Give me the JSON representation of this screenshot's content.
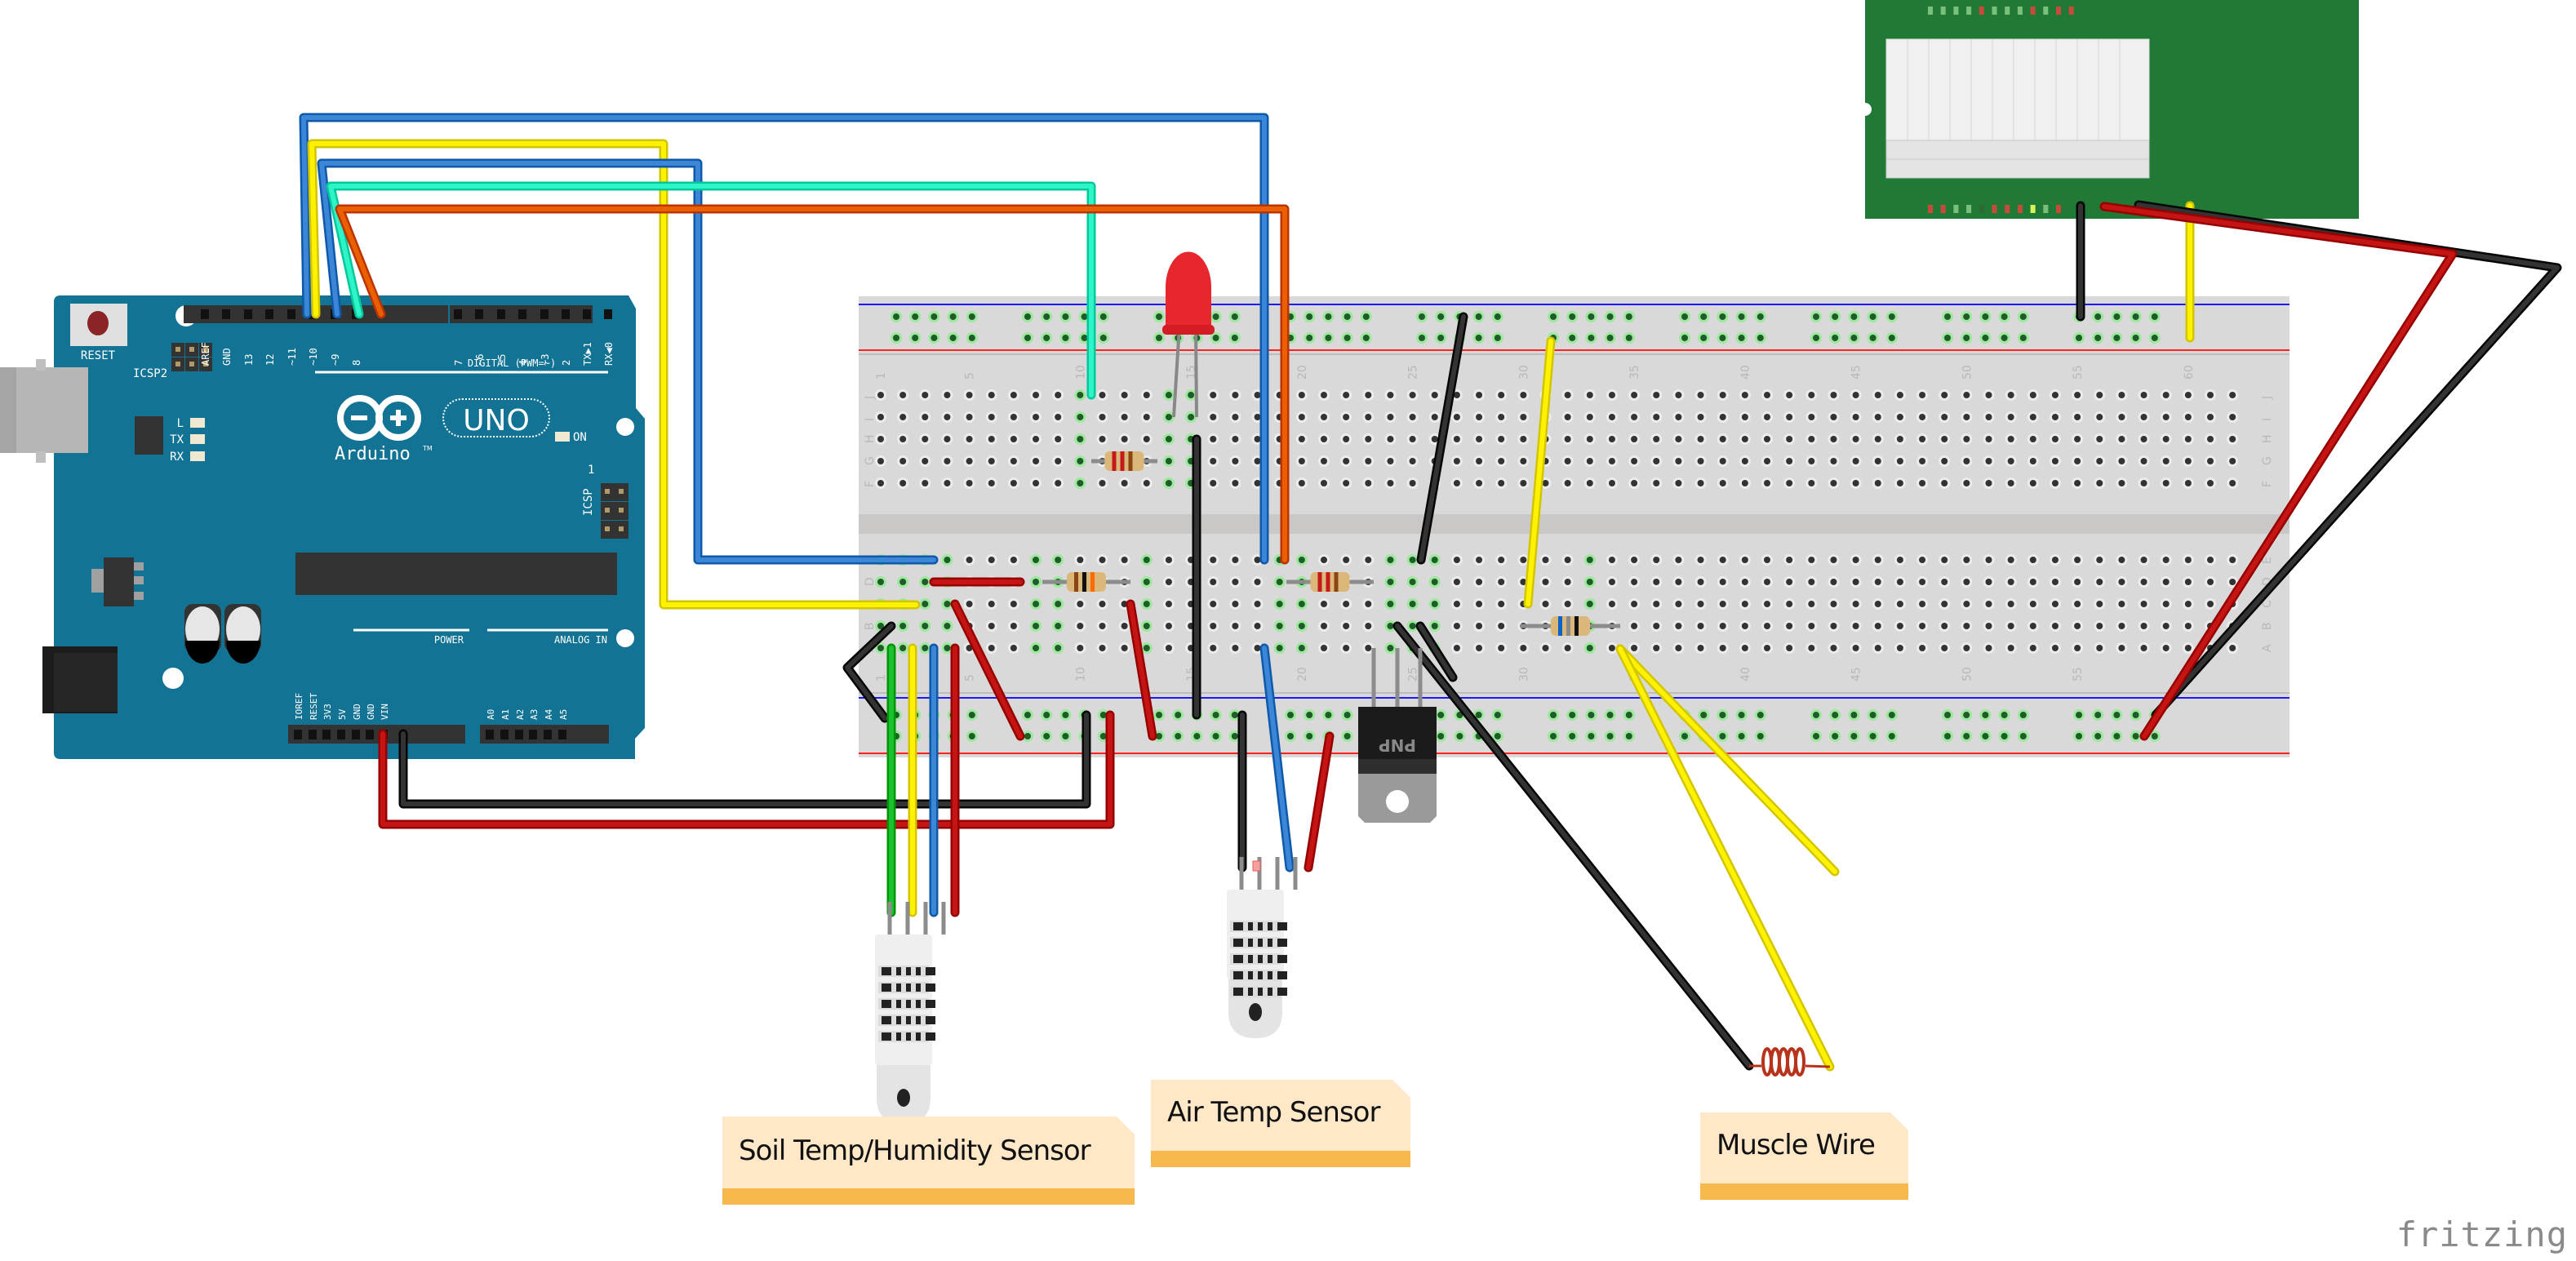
{
  "app": {
    "brand": "fritzing",
    "view": "breadboard"
  },
  "arduino": {
    "board_name": "UNO",
    "brand": "Arduino",
    "trademark": "TM",
    "reset_label": "RESET",
    "icsp2_label": "ICSP2",
    "icsp_label": "ICSP",
    "icsp_pin1": "1",
    "digital_label": "DIGITAL (PWM=~)",
    "power_label": "POWER",
    "analog_label": "ANALOG IN",
    "led_labels": [
      "L",
      "TX",
      "RX",
      "ON"
    ],
    "digital_pins": [
      "AREF",
      "GND",
      "13",
      "12",
      "~11",
      "~10",
      "~9",
      "8",
      "7",
      "~6",
      "~5",
      "4",
      "~3",
      "2",
      "TX▶1",
      "RX◀0"
    ],
    "power_pins": [
      "IOREF",
      "RESET",
      "3V3",
      "5V",
      "GND",
      "GND",
      "VIN"
    ],
    "analog_pins": [
      "A0",
      "A1",
      "A2",
      "A3",
      "A4",
      "A5"
    ]
  },
  "breadboard": {
    "columns": 62,
    "column_labels": [
      "1",
      "5",
      "10",
      "15",
      "20",
      "25",
      "30",
      "35",
      "40",
      "45",
      "50",
      "55",
      "60"
    ],
    "top_rows": [
      "J",
      "I",
      "H",
      "G",
      "F"
    ],
    "bottom_rows": [
      "E",
      "D",
      "C",
      "B",
      "A"
    ]
  },
  "components": [
    {
      "type": "led",
      "color": "red",
      "name": "Red LED"
    },
    {
      "type": "resistor",
      "bands": [
        "#c41a1a",
        "#c41a1a",
        "#8b4513"
      ],
      "name": "Resistor 1"
    },
    {
      "type": "resistor",
      "bands": [
        "#8b4513",
        "#111111",
        "#ff6a00"
      ],
      "name": "Resistor 2"
    },
    {
      "type": "resistor",
      "bands": [
        "#c41a1a",
        "#c41a1a",
        "#8b4513"
      ],
      "name": "Resistor 3"
    },
    {
      "type": "resistor",
      "bands": [
        "#0a63c9",
        "#8a8a8a",
        "#111111"
      ],
      "name": "Resistor 4"
    },
    {
      "type": "transistor",
      "label": "PNP"
    },
    {
      "type": "dht_sensor",
      "name": "Soil sensor"
    },
    {
      "type": "dht_sensor",
      "name": "Air sensor"
    },
    {
      "type": "coil",
      "name": "Muscle wire coil"
    },
    {
      "type": "relay_module",
      "name": "Relay board"
    }
  ],
  "notes": [
    {
      "text": "Soil Temp/Humidity Sensor"
    },
    {
      "text": "Air Temp Sensor"
    },
    {
      "text": "Muscle Wire"
    }
  ],
  "colors": {
    "arduino_board": "#127394",
    "breadboard": "#d9d9d9",
    "relay_board": "#207a36",
    "wire_blue": "#3b86d6",
    "wire_yellow": "#fff200",
    "wire_cyan": "#2ef5c8",
    "wire_orange": "#ea6000",
    "wire_red": "#c41414",
    "wire_black": "#333333",
    "wire_green": "#1cc132",
    "note_bg": "#fee8c8",
    "note_bar": "#f7b84d"
  }
}
